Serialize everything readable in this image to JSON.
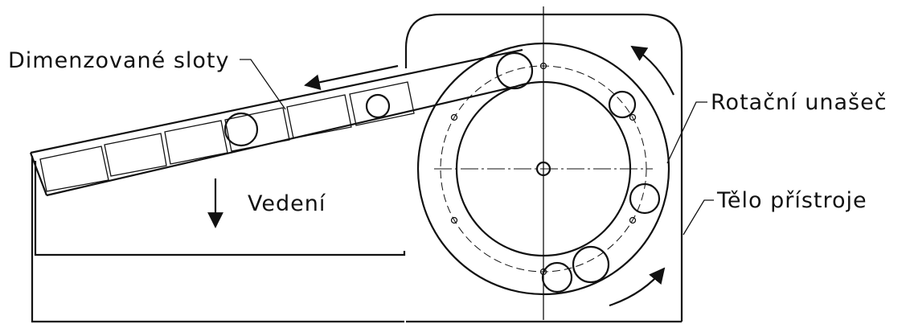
{
  "labels": {
    "slots": "Dimenzované sloty",
    "carrier": "Rotační unašeč",
    "guide": "Vedení",
    "body": "Tělo přístroje"
  }
}
